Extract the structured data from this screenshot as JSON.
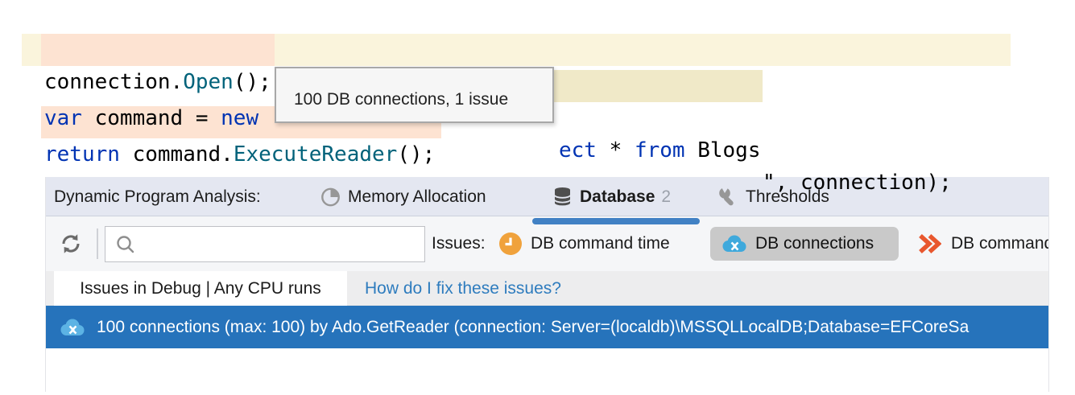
{
  "code": {
    "line1": {
      "ident": "connection.",
      "method": "Open",
      "punct": "();"
    },
    "line2": {
      "kw1": "var",
      "plain1": " command = ",
      "kw2": "new",
      "sql_kw1": "ect",
      "sql_plain1": " * ",
      "sql_kw2": "from",
      "sql_plain2": " Blogs",
      "plain2": "\", connection);"
    },
    "line3": {
      "kw": "return",
      "plain1": " command.",
      "method": "ExecuteReader",
      "punct": "();"
    }
  },
  "tooltip": {
    "text": "100 DB connections, 1 issue"
  },
  "panel": {
    "header": {
      "title": "Dynamic Program Analysis:",
      "tabs": [
        {
          "label": "Memory Allocation",
          "icon": "pie-chart-icon"
        },
        {
          "label": "Database",
          "count": "2",
          "icon": "database-icon",
          "active": true
        },
        {
          "label": "Thresholds",
          "icon": "wrench-icon"
        }
      ]
    },
    "toolbar": {
      "search": {
        "value": "",
        "placeholder": ""
      },
      "issues_label": "Issues:",
      "filters": [
        {
          "label": "DB command time",
          "icon": "clock-icon",
          "selected": false
        },
        {
          "label": "DB connections",
          "icon": "db-connections-cloud-icon",
          "selected": true
        },
        {
          "label": "DB commands",
          "icon": "double-chevron-icon",
          "selected": false
        }
      ]
    },
    "tab_bar": {
      "active_tab": "Issues in Debug | Any CPU runs",
      "help_link": "How do I fix these issues?"
    },
    "issue_row": {
      "icon": "db-connections-cloud-icon",
      "text": "100 connections (max: 100) by Ado.GetReader (connection: Server=(localdb)\\MSSQLLocalDB;Database=EFCoreSa"
    }
  },
  "colors": {
    "selected_row_blue": "#2673bb",
    "tab_indicator_blue": "#4181c4",
    "link_blue": "#2e7cbe",
    "selected_chip_gray": "#c9c9c9",
    "clock_orange": "#f0a23c",
    "cloud_blue": "#3fa9dc",
    "chevron_orange": "#e8572e",
    "code_keyword": "#0033b3",
    "code_method": "#00627a",
    "issue_line_peach": "#fde3d2",
    "sql_injection_tan": "#f0e9c8",
    "statement_line_cream": "#faf4dc"
  }
}
